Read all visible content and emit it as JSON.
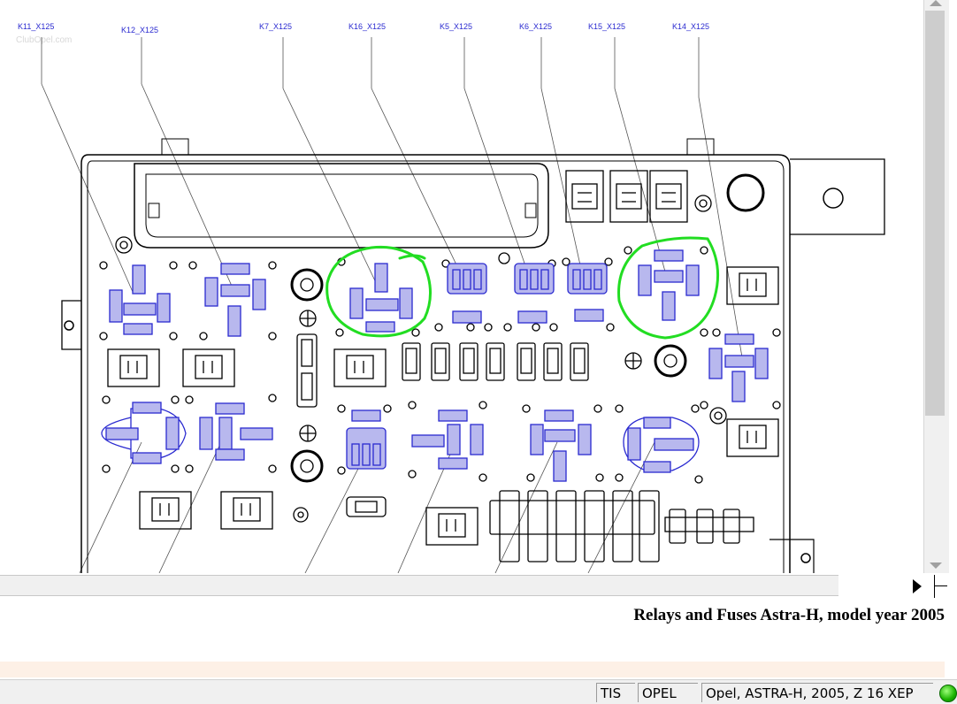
{
  "diagram": {
    "relay_labels": [
      "K11_X125",
      "K12_X125",
      "K7_X125",
      "K16_X125",
      "K5_X125",
      "K6_X125",
      "K15_X125",
      "K14_X125"
    ],
    "watermark": "ClubOpel.com",
    "colors": {
      "outline": "#000000",
      "relay": "#2a2ad0",
      "highlight": "#22dd22"
    }
  },
  "caption": "Relays and Fuses Astra-H, model year 2005",
  "status": {
    "cells": [
      "TIS",
      "OPEL",
      "Opel, ASTRA-H, 2005, Z 16 XEP"
    ],
    "indicator_color": "#1bb300"
  }
}
